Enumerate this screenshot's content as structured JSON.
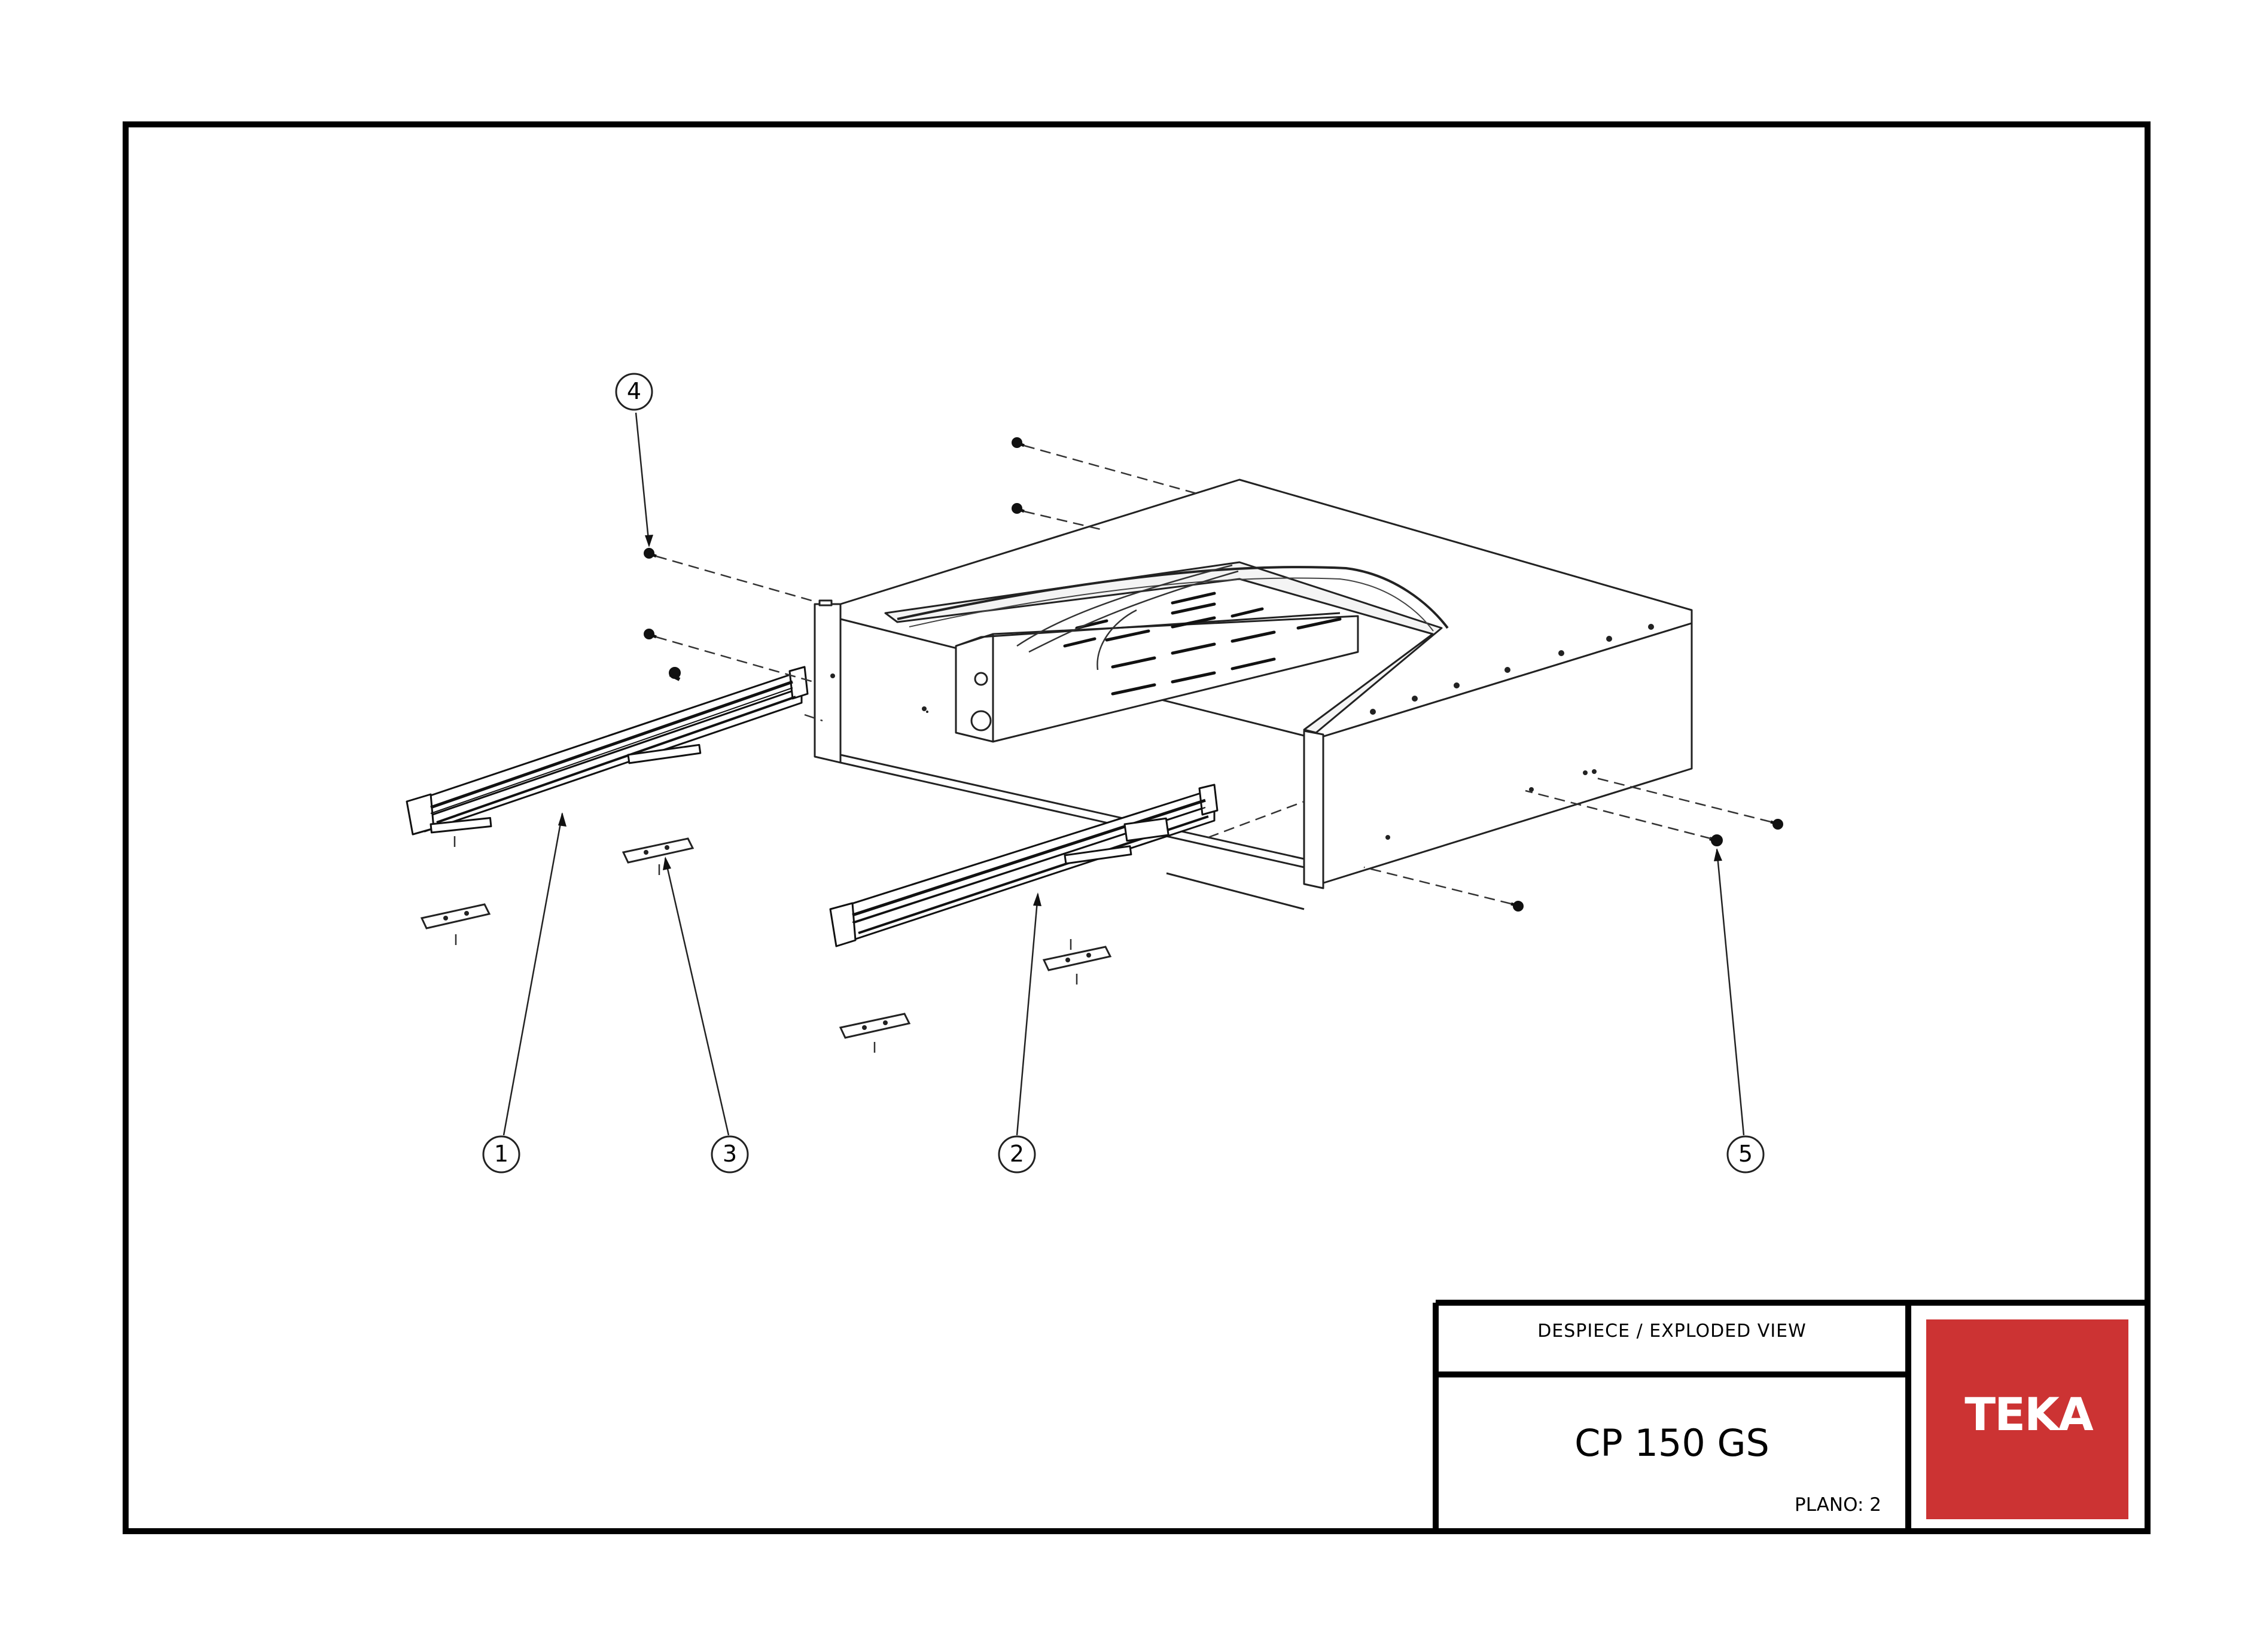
{
  "title_block": {
    "view_title": "DESPIECE / EXPLODED VIEW",
    "model": "CP 150 GS",
    "plano": "PLANO: 2"
  },
  "logo": {
    "text": "TEKA",
    "color": "#CC3333"
  },
  "callouts": [
    {
      "number": "1"
    },
    {
      "number": "2"
    },
    {
      "number": "3"
    },
    {
      "number": "4"
    },
    {
      "number": "5"
    }
  ]
}
